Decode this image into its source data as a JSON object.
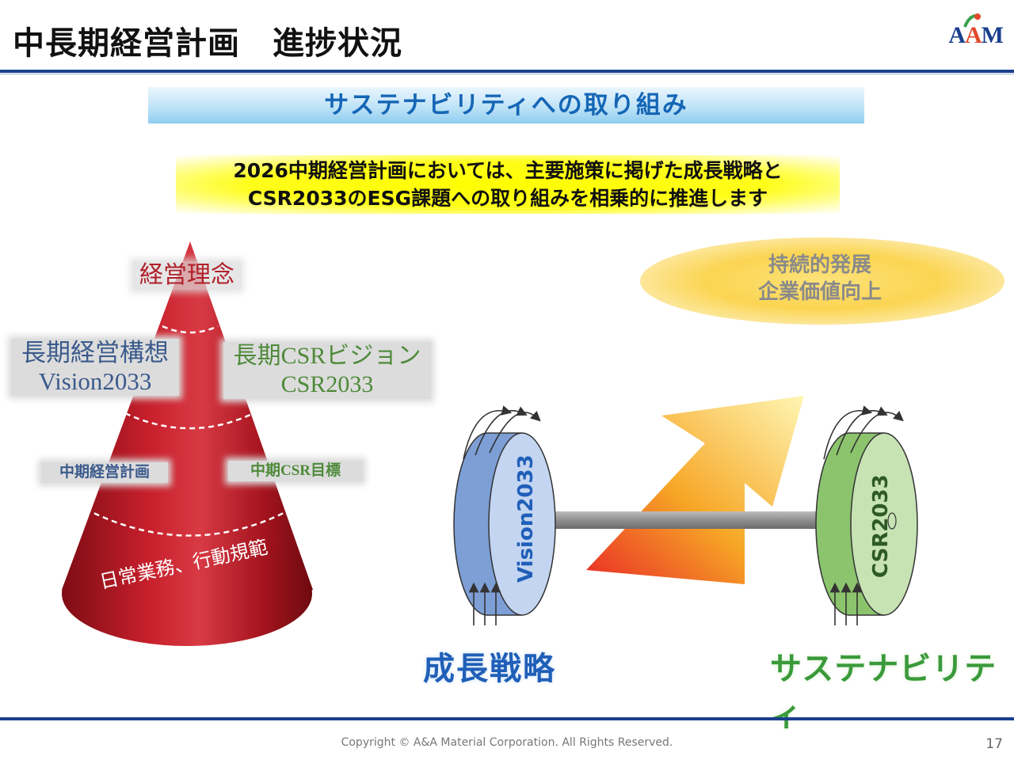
{
  "header": {
    "title": "中長期経営計画　進捗状況",
    "logo_text_pre": "A",
    "logo_text_mid": "A",
    "logo_text_post": "M",
    "logo_icon": "swoosh-logo-icon"
  },
  "banner": {
    "text": "サステナビリティへの取り組み"
  },
  "highlight": {
    "line1": "2026中期経営計画においては、主要施策に掲げた成長戦略と",
    "line2": "CSR2033のESG課題への取り組みを相乗的に推進します"
  },
  "cone": {
    "top_label": "経営理念",
    "left_label_line1": "長期経営構想",
    "left_label_line2": "Vision2033",
    "right_label_line1": "長期CSRビジョン",
    "right_label_line2": "CSR2033",
    "mid_left_label": "中期経営計画",
    "mid_right_label": "中期CSR目標",
    "bottom_label": "日常業務、行動規範"
  },
  "goal": {
    "line1": "持続的発展",
    "line2": "企業価値向上"
  },
  "wheels": {
    "left_label": "Vision2033",
    "right_label": "CSR2033"
  },
  "captions": {
    "growth": "成長戦略",
    "sustainability": "サステナビリティ"
  },
  "footer": {
    "copyright": "Copyright © A&A Material Corporation. All Rights Reserved.",
    "page_number": "17"
  },
  "colors": {
    "brand_navy": "#1b3f8f",
    "cone_red": "#b3141f",
    "wheel_blue": "#8fb0df",
    "wheel_green": "#b6d99e",
    "banner_text": "#1566b5"
  }
}
